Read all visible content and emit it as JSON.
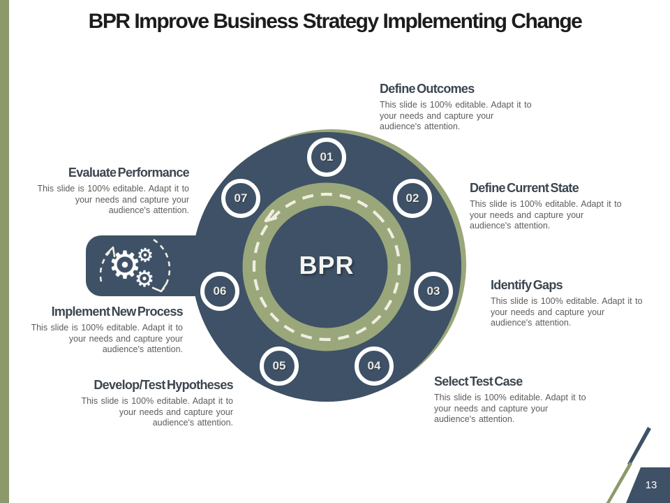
{
  "slide": {
    "title": "BPR Improve Business Strategy Implementing Change",
    "center_label": "BPR",
    "page_number": "13",
    "description": "This slide is 100% editable. Adapt it to your needs and capture your audience's attention.",
    "steps": [
      {
        "number": "01",
        "label": "Define Outcomes"
      },
      {
        "number": "02",
        "label": "Define Current State"
      },
      {
        "number": "03",
        "label": "Identify Gaps"
      },
      {
        "number": "04",
        "label": "Select Test Case"
      },
      {
        "number": "05",
        "label": "Develop/Test Hypotheses"
      },
      {
        "number": "06",
        "label": "Implement New Process"
      },
      {
        "number": "07",
        "label": "Evaluate Performance"
      }
    ],
    "icons": {
      "gear": "⚙"
    },
    "colors": {
      "slate": "#3e5166",
      "ring-green": "#9aa77a",
      "bar-green": "#8c996b",
      "cream": "#f0eee2",
      "heading-color": "#3c4650",
      "body-color": "#5c5c5c",
      "title-color": "#1c1c1c"
    }
  }
}
